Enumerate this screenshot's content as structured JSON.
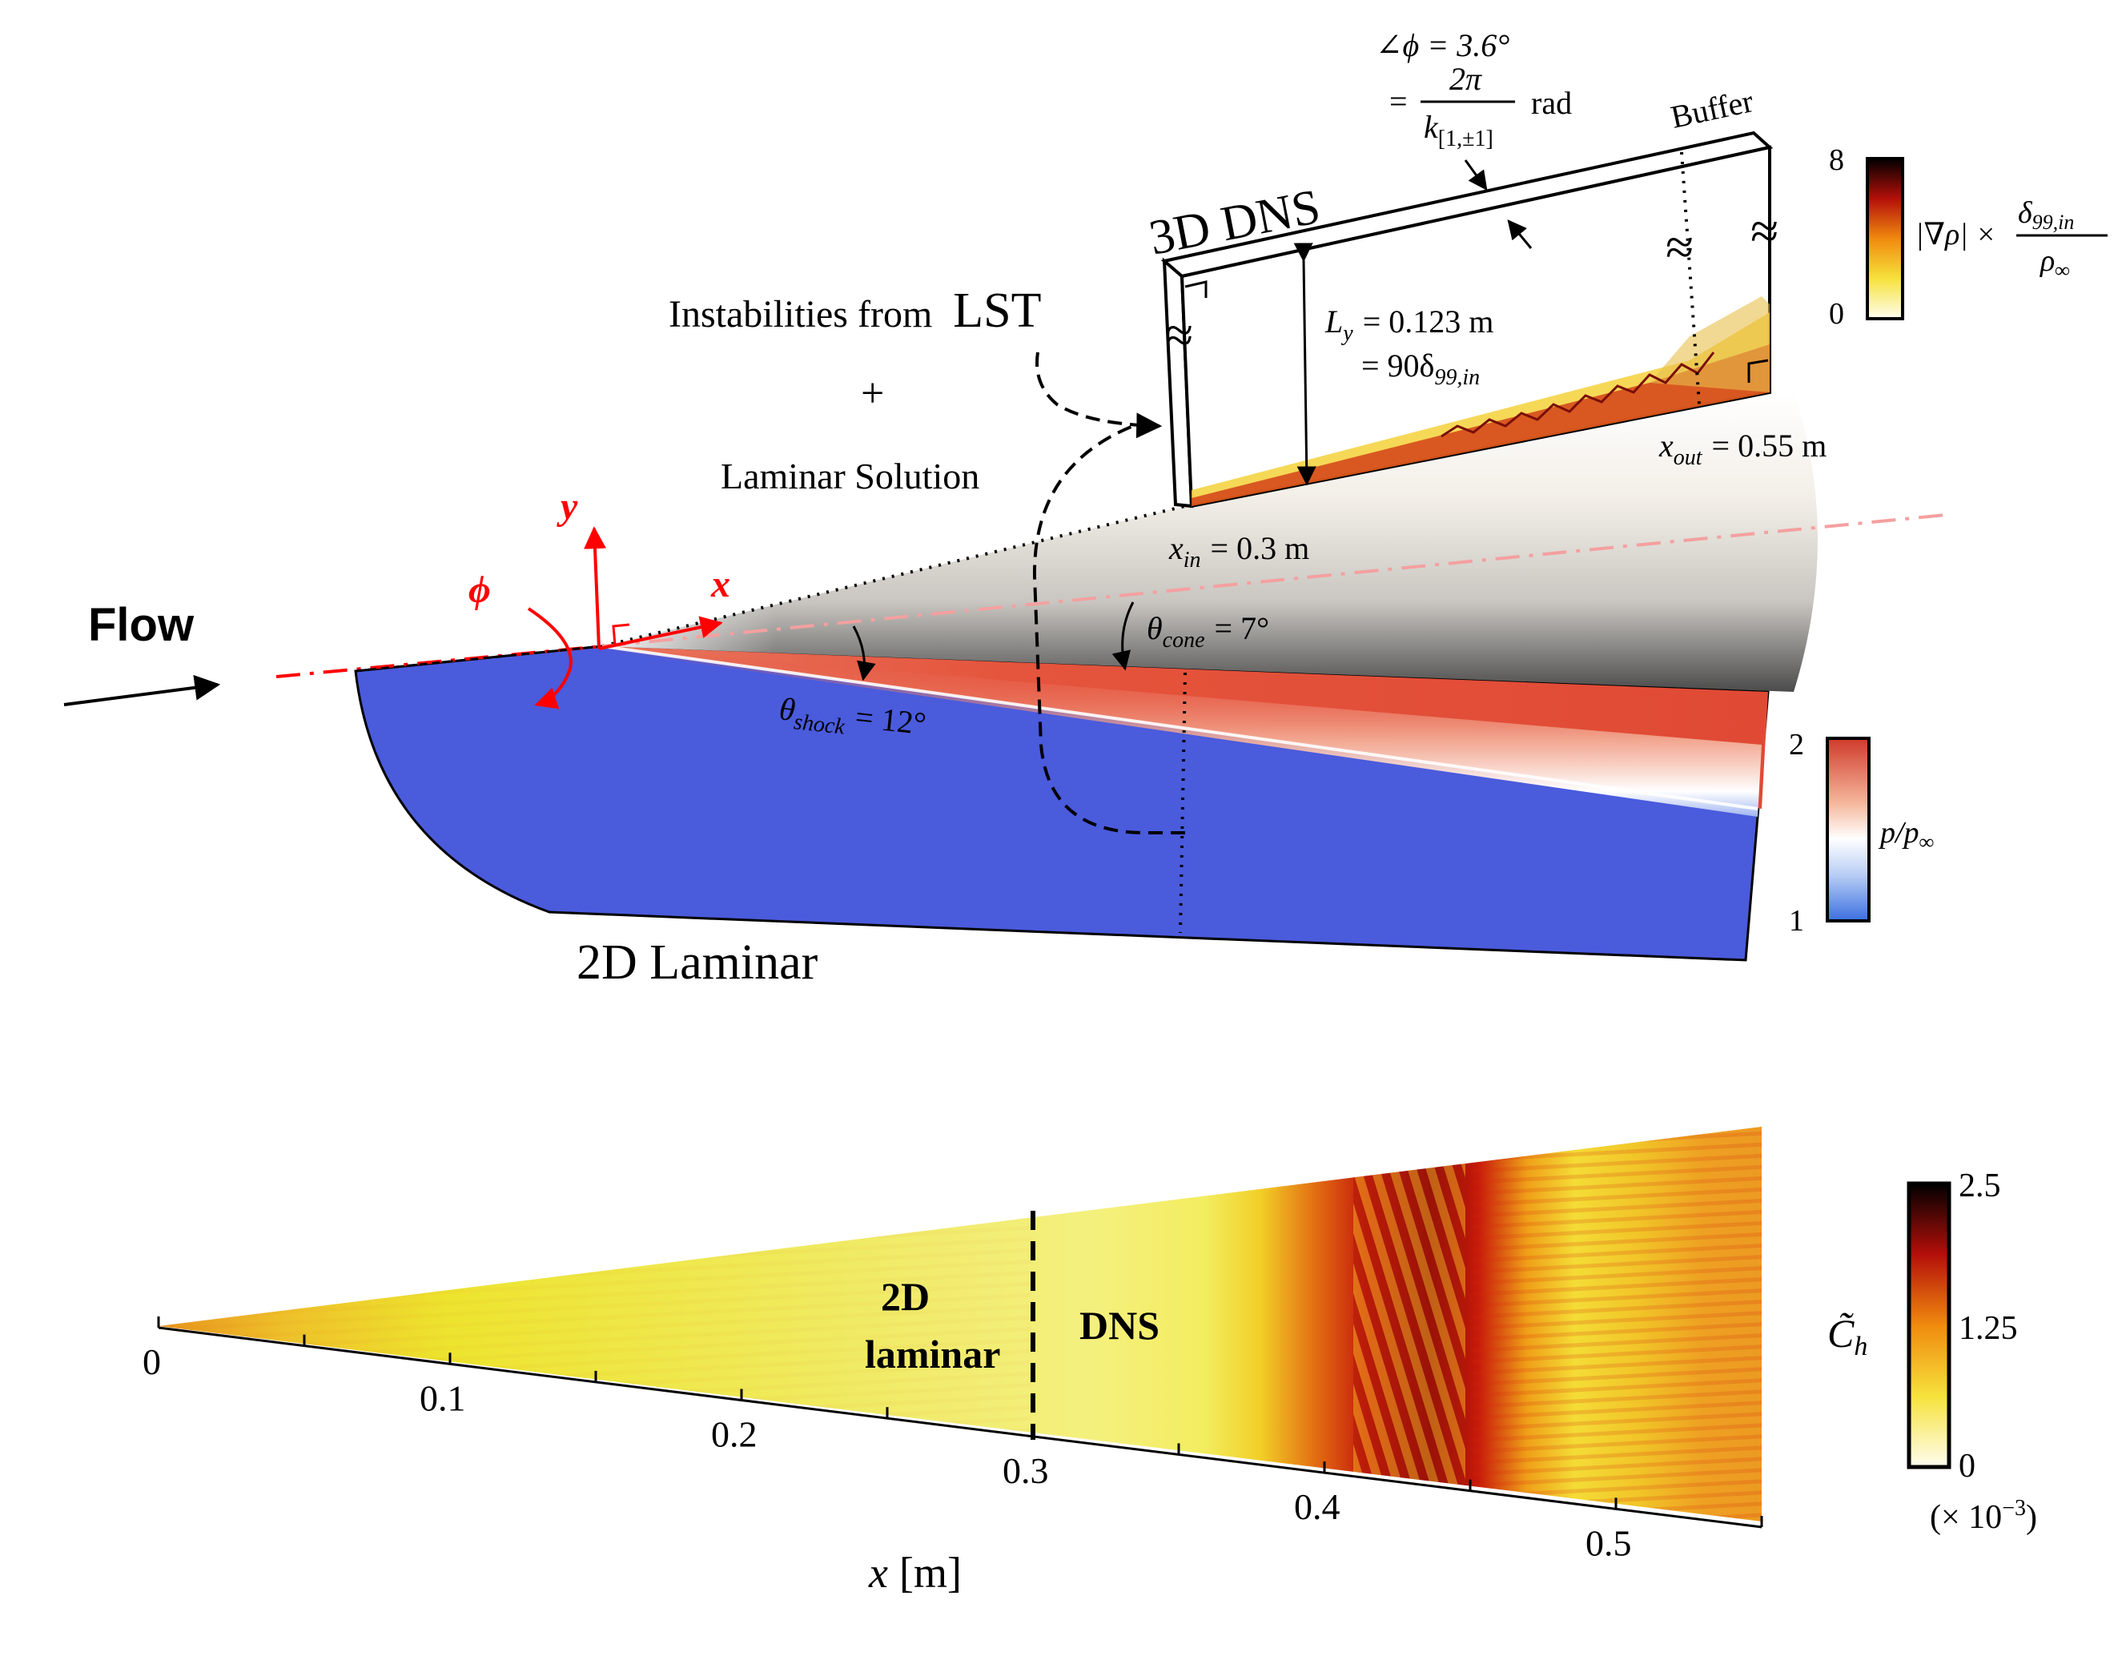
{
  "labels": {
    "flow": "Flow",
    "axis_y": "y",
    "axis_x": "x",
    "axis_phi": "ϕ",
    "dns_title": "3D DNS",
    "instabilities": "Instabilities from",
    "lst": "LST",
    "plus": "+",
    "laminar_solution": "Laminar Solution",
    "phi_angle_line1": "∠ϕ = 3.6°",
    "phi_angle_eq": "=",
    "phi_angle_num": "2π",
    "phi_angle_den": "k",
    "phi_angle_den_sub": "[1,±1]",
    "phi_angle_unit": "rad",
    "buffer": "Buffer",
    "ly_main": "L",
    "ly_sub": "y",
    "ly_value": "= 0.123 m",
    "ly_alt": "= 90δ",
    "ly_alt_sub": "99,in",
    "x_out": "x",
    "x_out_sub": "out",
    "x_out_value": "= 0.55 m",
    "x_in": "x",
    "x_in_sub": "in",
    "x_in_value": "= 0.3 m",
    "theta_cone": "θ",
    "theta_cone_sub": "cone",
    "theta_cone_value": "= 7°",
    "theta_shock": "θ",
    "theta_shock_sub": "shock",
    "theta_shock_value": "= 12°",
    "laminar_2d": "2D Laminar",
    "strip_2d": "2D",
    "strip_laminar": "laminar",
    "strip_dns": "DNS",
    "x_axis_label": "x",
    "x_axis_unit": "[m]",
    "approx_symbol": "≈"
  },
  "colorbars": {
    "grad_rho": {
      "max": "8",
      "min": "0",
      "label_left": "|∇ρ| ×",
      "label_num": "δ",
      "label_num_sub": "99,in",
      "label_den": "ρ",
      "label_den_sub": "∞"
    },
    "pressure": {
      "max": "2",
      "min": "1",
      "label": "p/p",
      "label_sub": "∞"
    },
    "heat": {
      "max": "2.5",
      "mid": "1.25",
      "min": "0",
      "label": "C̃",
      "label_sub": "h",
      "scale": "(× 10",
      "scale_exp": "−3",
      "scale_close": ")"
    }
  },
  "colors": {
    "accent_red": "#ff0000",
    "laminar_blue": "#4a5bdc",
    "heat_yellow": "#f0ec40",
    "black": "#000000"
  },
  "x_axis_ticks": [
    "0",
    "0.1",
    "0.2",
    "0.3",
    "0.4",
    "0.5"
  ]
}
